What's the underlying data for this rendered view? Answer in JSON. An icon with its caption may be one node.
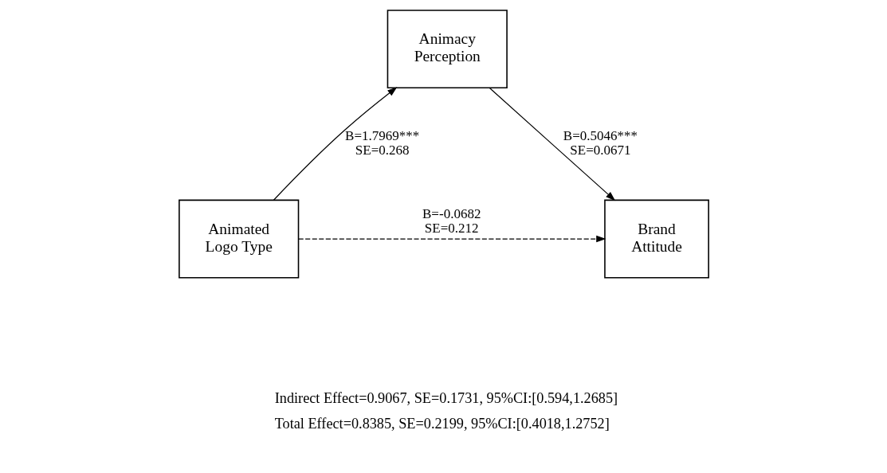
{
  "diagram": {
    "nodes": [
      {
        "text": [
          "Animacy Perception"
        ]
      },
      {
        "text": [
          "Animated Logo Type"
        ]
      },
      {
        "text": [
          "Brand Attitude"
        ]
      }
    ],
    "edges": [
      {
        "from": 1,
        "to": 0,
        "arrow": "to",
        "label": "B=1.7969*** SE=0.268"
      },
      {
        "from": 0,
        "to": 2,
        "arrow": "to",
        "label": "B=0.5046*** SE=0.0671"
      },
      {
        "from": 1,
        "to": 2,
        "arrow": "to",
        "label": "B=-0.0682  SE=0.212",
        "style": "dashed"
      }
    ],
    "labels": [
      "Indirect Effect=0.9067, SE=0.1731, 95%CI:[0.594,1.2685]",
      "Total Effect=0.8385, SE=0.2199, 95%CI:[0.4018,1.2752]"
    ]
  }
}
